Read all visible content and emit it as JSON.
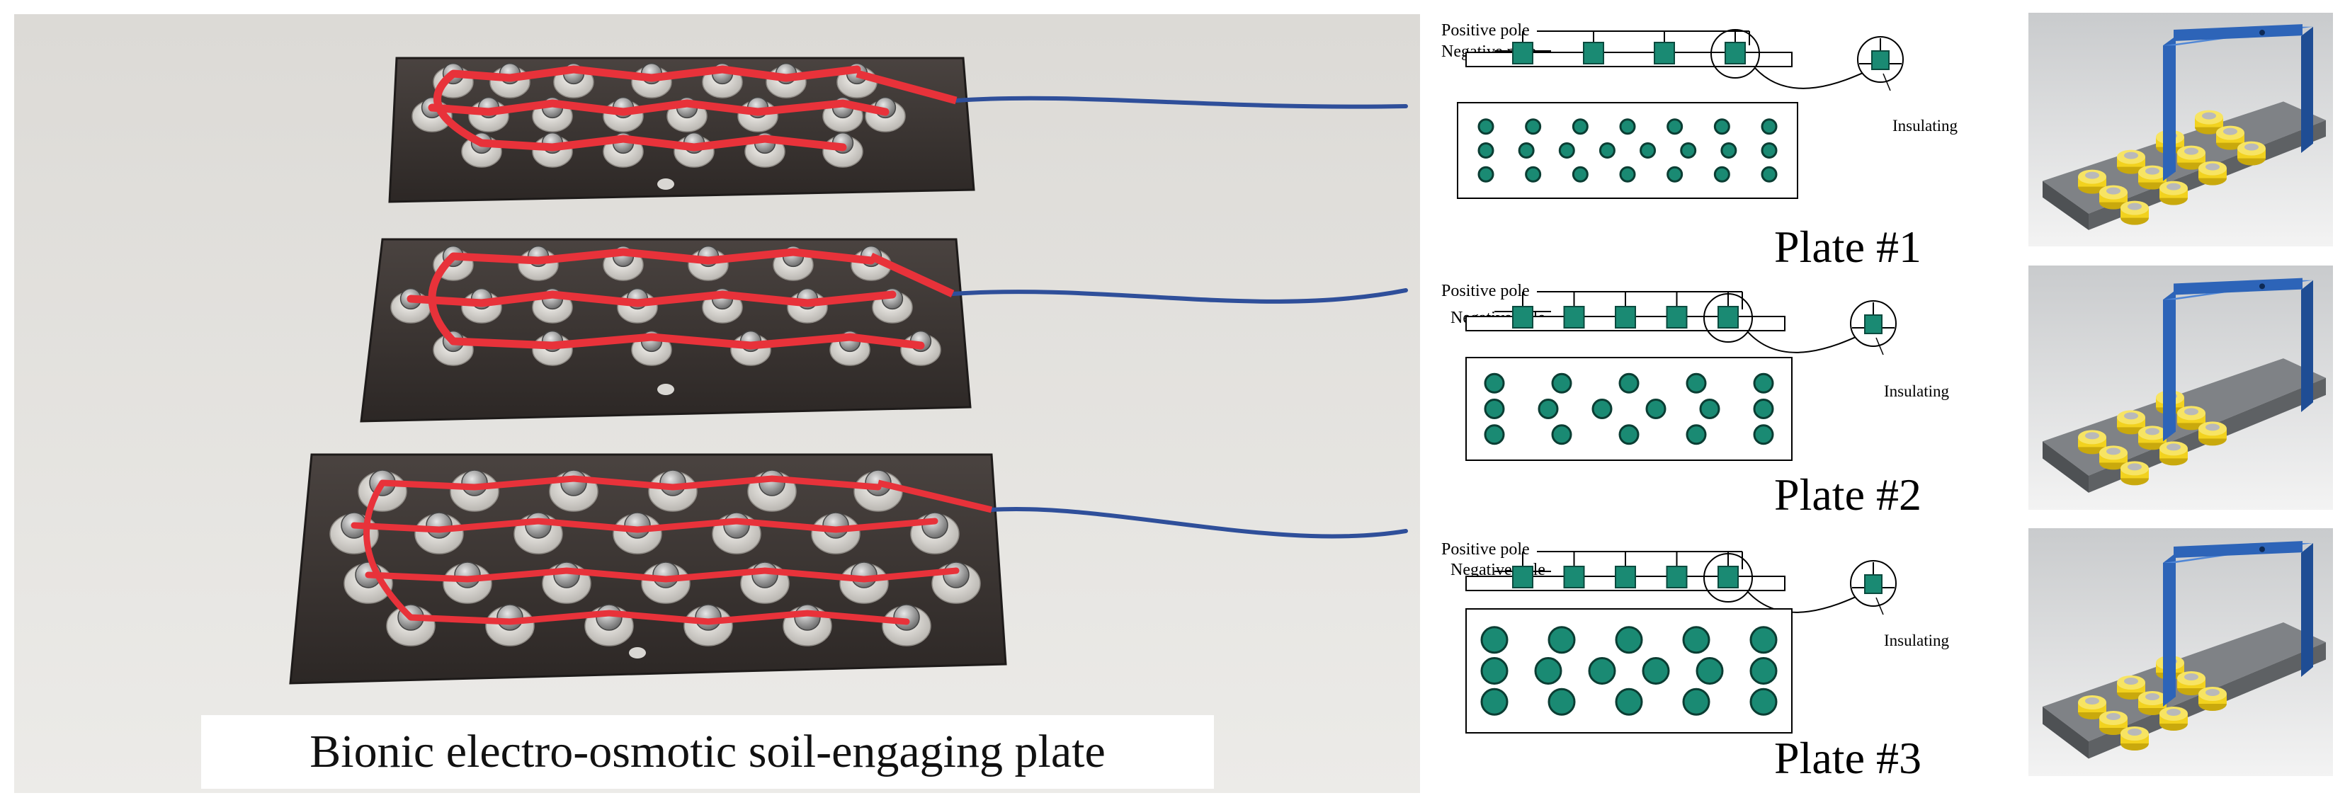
{
  "photo": {
    "caption": "Bionic electro-osmotic soil-engaging plate"
  },
  "diagrams": [
    {
      "positive_label": "Positive pole",
      "negative_label": "Negative pole",
      "insulating_label": "Insulating",
      "plate_label": "Plate #1",
      "electrodes_in_side_view": 4,
      "holes_per_row": [
        7,
        8,
        7
      ]
    },
    {
      "positive_label": "Positive pole",
      "negative_label": "Negative pole",
      "insulating_label": "Insulating",
      "plate_label": "Plate #2",
      "electrodes_in_side_view": 5,
      "holes_per_row": [
        5,
        6,
        5
      ]
    },
    {
      "positive_label": "Positive pole",
      "negative_label": "Negative pole",
      "insulating_label": "Insulating",
      "plate_label": "Plate #3",
      "electrodes_in_side_view": 5,
      "holes_per_row": [
        5,
        6,
        5
      ]
    }
  ],
  "colors": {
    "electrode": "#1a8a73",
    "wire": "#e8323a",
    "lead": "#2f4f9a",
    "steel": "#3a3431",
    "frame": "#2d64b8",
    "stud": "#f2d21e"
  }
}
